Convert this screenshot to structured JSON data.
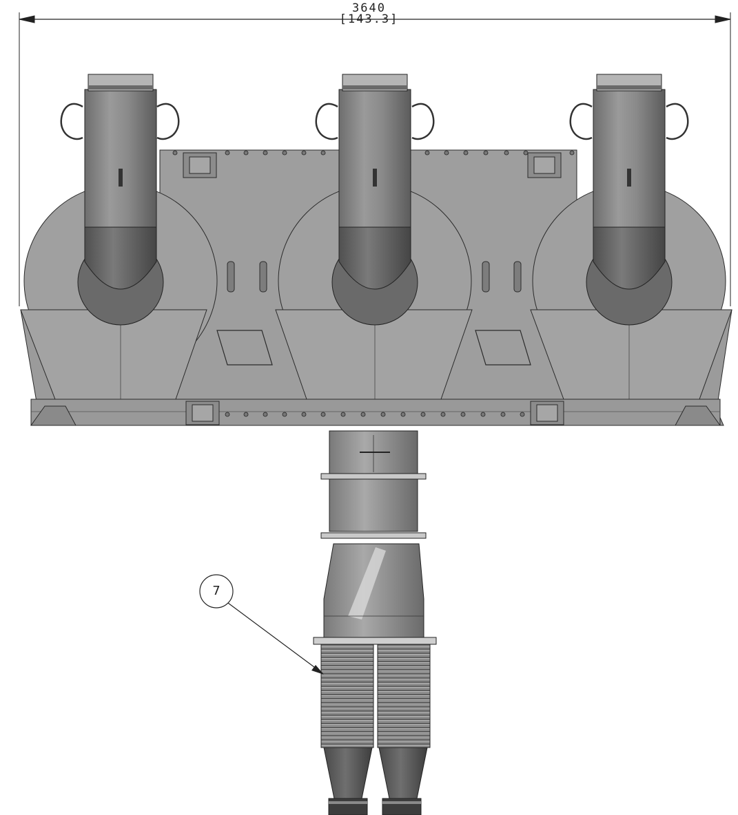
{
  "dimension": {
    "value": "3640",
    "inch": "[143.3]"
  },
  "callout": {
    "label": "7"
  },
  "colors": {
    "body": "#9a9a9a",
    "body_dark": "#7f7f7f",
    "tube": "#8b8b8b",
    "tube_dark": "#5e5e5e",
    "line": "#2a2a2a",
    "background": "#ffffff"
  }
}
